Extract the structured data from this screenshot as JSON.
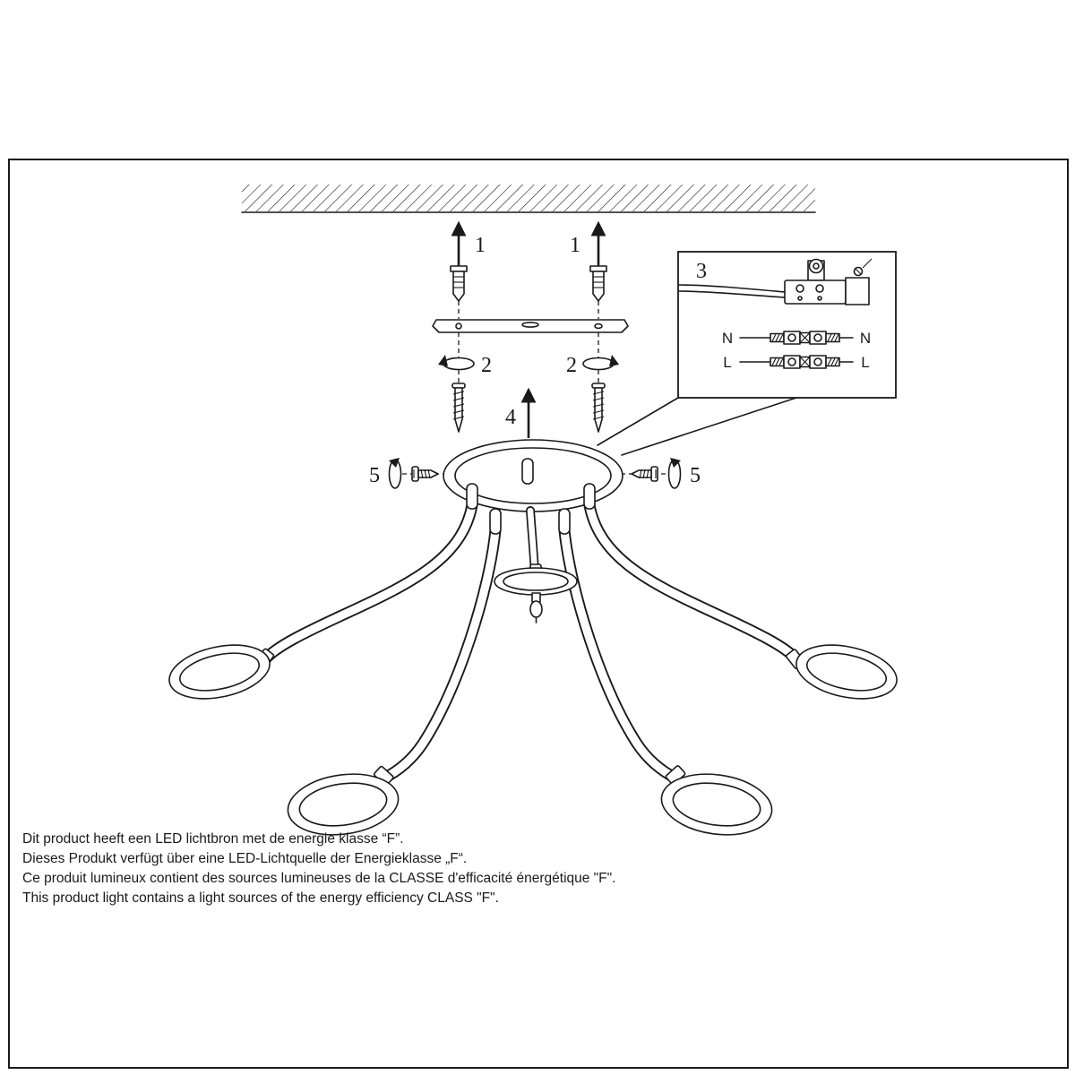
{
  "colors": {
    "ink": "#1a1a1a",
    "paper": "#ffffff"
  },
  "steps": {
    "s1": "1",
    "s2": "2",
    "s3": "3",
    "s4": "4",
    "s5": "5"
  },
  "wiring": {
    "n": "N",
    "l": "L"
  },
  "notes": {
    "nl": "Dit product heeft een LED lichtbron met de energie klasse “F”.",
    "de": "Dieses Produkt verfügt über eine LED-Lichtquelle der Energieklasse „F“.",
    "fr": "Ce produit lumineux contient des sources lumineuses de la CLASSE d'efficacité énergétique \"F\".",
    "en": "This product light contains a light sources of the energy efficiency CLASS \"F\"."
  }
}
